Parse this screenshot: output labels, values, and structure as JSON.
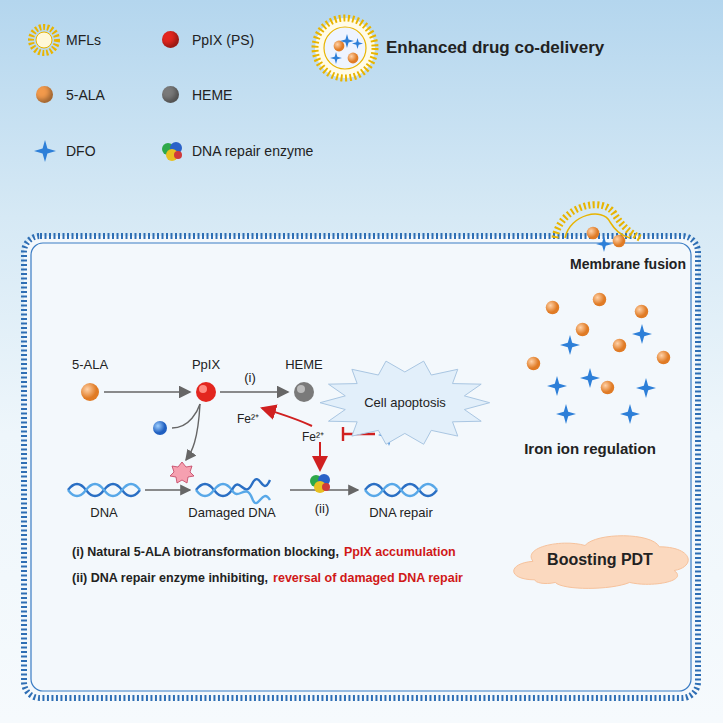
{
  "diagram": {
    "nodes": [
      {
        "text": [
          "Cell apoptosis"
        ]
      },
      {
        "text": [
          "Boosting PDT"
        ]
      }
    ],
    "labels": [
      "Enhanced drug co-delivery",
      "Membrane fusion",
      "5-ALA",
      "PpIX",
      "HEME",
      "(i)",
      "Fe²⁺",
      "Fe²⁺",
      "(ii)",
      "DNA",
      "Damaged DNA",
      "DNA repair",
      "Iron ion regulation",
      "(i) Natural 5-ALA biotransformation blocking,",
      "PpIX accumulation",
      "(ii) DNA repair enzyme inhibiting,",
      "reversal of damaged DNA repair"
    ],
    "legend": [
      {
        "text": "MFLs"
      },
      {
        "text": "PpIX (PS)",
        "color": "#e3261f"
      },
      {
        "text": "5-ALA",
        "color": "#f29a4c"
      },
      {
        "text": "HEME",
        "color": "#7a7a7a"
      },
      {
        "text": "DFO"
      },
      {
        "text": "DNA repair enzyme"
      }
    ]
  }
}
